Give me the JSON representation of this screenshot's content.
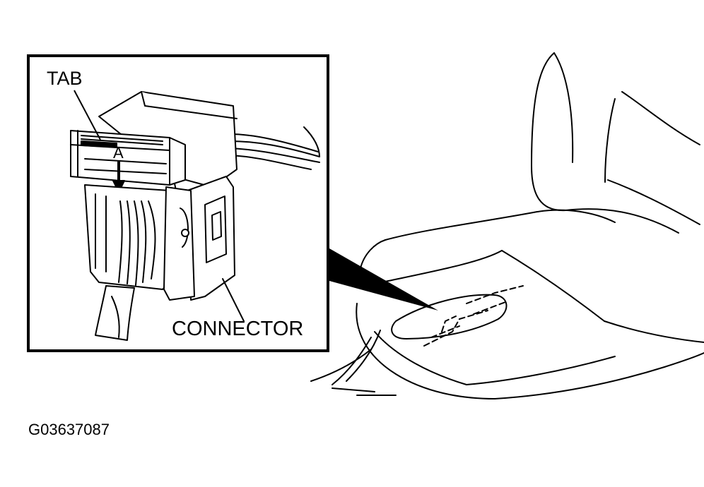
{
  "labels": {
    "tab": "TAB",
    "arrow_letter": "A",
    "connector": "CONNECTOR",
    "figure_code": "G03637087"
  },
  "colors": {
    "ink": "#000000",
    "paper": "#ffffff"
  }
}
